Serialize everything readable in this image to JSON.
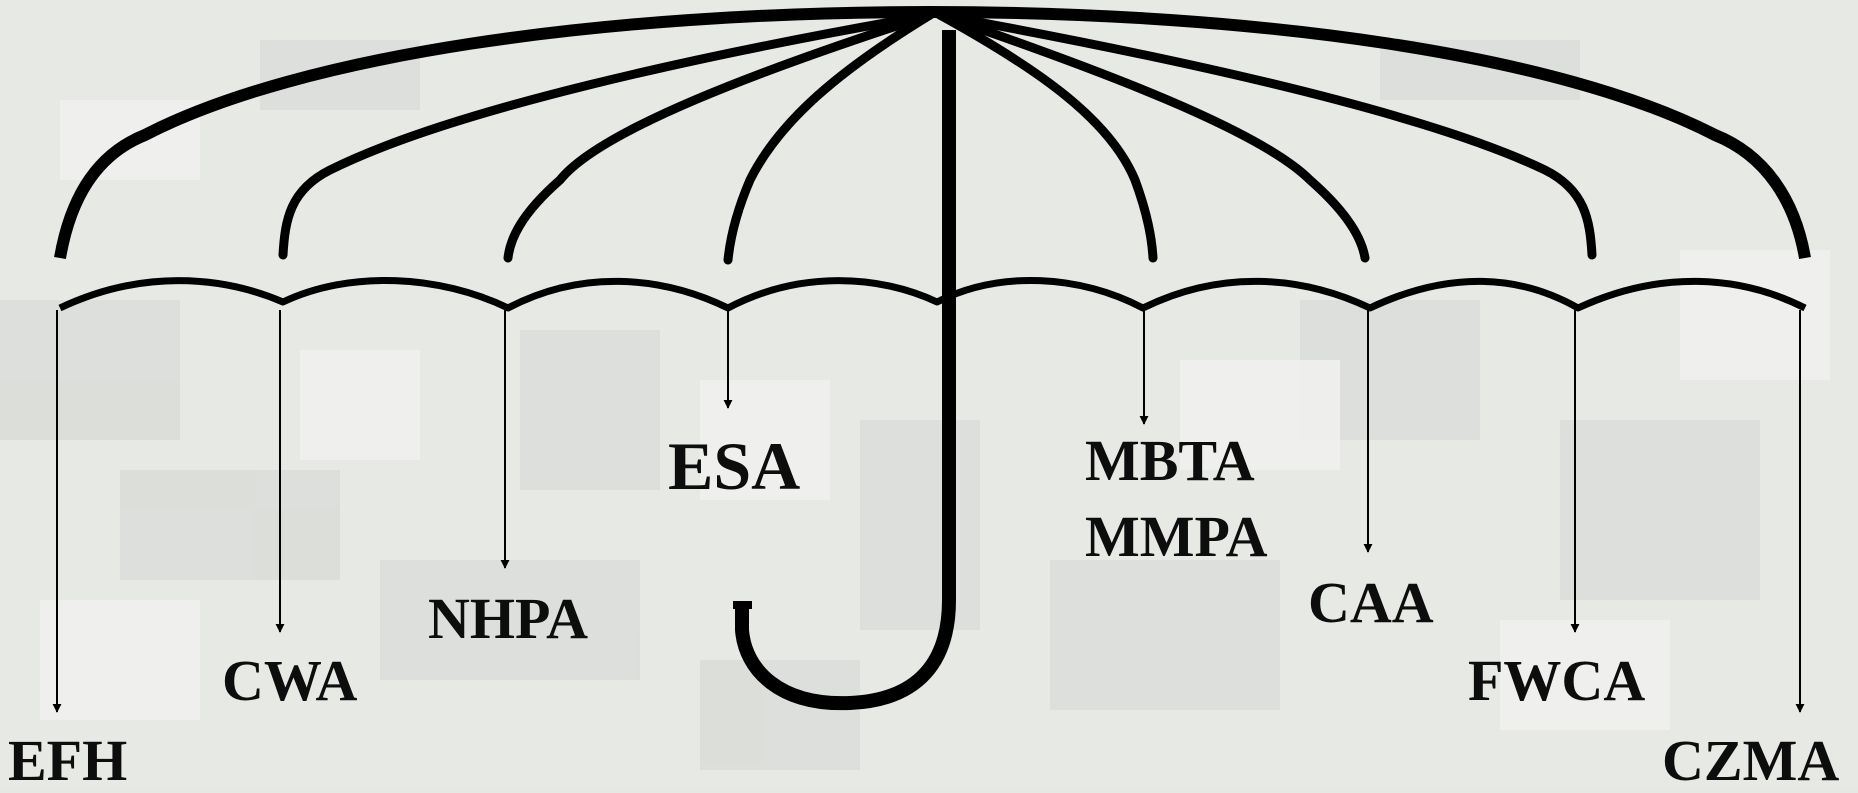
{
  "labels": {
    "efh": "EFH",
    "cwa": "CWA",
    "nhpa": "NHPA",
    "esa": "ESA",
    "mbta": "MBTA",
    "mmpa": "MMPA",
    "caa": "CAA",
    "fwca": "FWCA",
    "czma": "CZMA"
  },
  "colors": {
    "ink": "#000000",
    "background": "#e6e8e4"
  }
}
